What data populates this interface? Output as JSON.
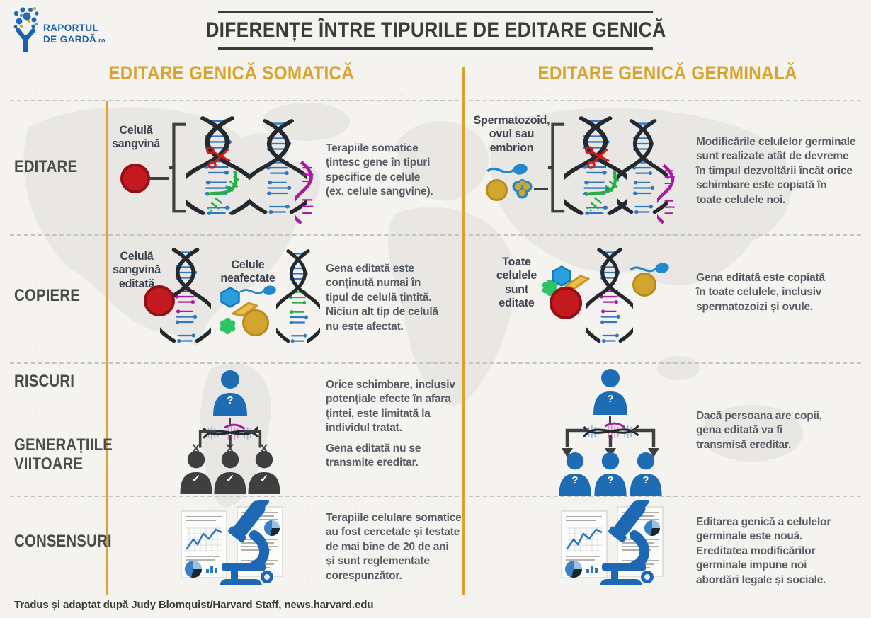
{
  "logo": {
    "name_line1": "RAPORTUL",
    "name_line2": "DE GARDĂ",
    "tld": ".ro"
  },
  "header": {
    "title": "DIFERENȚE ÎNTRE TIPURILE DE EDITARE GENICĂ"
  },
  "columns": {
    "left": "EDITARE GENICĂ SOMATICĂ",
    "right": "EDITARE GENICĂ GERMINALĂ"
  },
  "rows": [
    {
      "label": "EDITARE",
      "left": {
        "item_label": [
          "Celulă",
          "sangvină"
        ],
        "text": [
          "Terapiile somatice",
          "țintesc gene în tipuri",
          "specifice de celule",
          "(ex. celule sangvine)."
        ]
      },
      "right": {
        "item_label": [
          "Spermatozoid,",
          "ovul sau",
          "embrion"
        ],
        "text": [
          "Modificările celulelor germinale",
          "sunt realizate atât de devreme",
          "în timpul dezvoltării încât orice",
          "schimbare este copiată în",
          "toate celulele noi."
        ]
      }
    },
    {
      "label": "COPIERE",
      "left": {
        "item_label": [
          "Celulă",
          "sangvină",
          "editată"
        ],
        "item_label2": [
          "Celule",
          "neafectate"
        ],
        "text": [
          "Gena editată este",
          "conținută numai în",
          "tipul de celulă țintită.",
          "Niciun alt tip de celulă",
          "nu este afectat."
        ]
      },
      "right": {
        "item_label": [
          "Toate",
          "celulele",
          "sunt",
          "editate"
        ],
        "text": [
          "Gena editată este copiată",
          "în toate celulele, inclusiv",
          "spermatozoizi și ovule."
        ]
      }
    },
    {
      "label": "RISCURI",
      "label2": [
        "GENERAȚIILE",
        "VIITOARE"
      ],
      "left": {
        "text": [
          "Orice schimbare, inclusiv",
          "potențiale efecte în afara",
          "țintei, este limitată la",
          "individul tratat."
        ],
        "text2": [
          "Gena editată nu se",
          "transmite ereditar."
        ]
      },
      "right": {
        "text": [
          "Dacă persoana are copii,",
          "gena editată va fi",
          "transmisă ereditar."
        ]
      }
    },
    {
      "label": "CONSENSURI",
      "left": {
        "text": [
          "Terapiile celulare somatice",
          "au fost cercetate și testate",
          "de mai bine de 20 de ani",
          "și sunt reglementate",
          "corespunzător."
        ]
      },
      "right": {
        "text": [
          "Editarea genică a celulelor",
          "germinale este nouă.",
          "Ereditatea modificărilor",
          "germinale impune noi",
          "abordări legale și sociale."
        ]
      }
    }
  ],
  "marks": {
    "question": "?",
    "x": "X",
    "check": "✓"
  },
  "footer": "Tradus și adaptat după Judy Blomquist/Harvard Staff, news.harvard.edu",
  "colors": {
    "accent_gold": "#D9A42C",
    "title_dark": "#3B3B3B",
    "row_label_gray": "#4B4B4B",
    "body_text_gray": "#575C64",
    "cell_label_dark": "#3D434E",
    "blood_cell_red": "#C4191F",
    "person_blue": "#1D6CB4",
    "person_dark": "#3F3F3F",
    "dna_strand": "#24292E",
    "dna_rung_blue": "#3079C0",
    "edit_magenta": "#AD18A3",
    "edit_green": "#27AE44",
    "egg_gold": "#D2A62E",
    "hexagon_cell_blue": "#29A0DD",
    "sperm_blue": "#2389CD",
    "logo_blue": "#1B61AD",
    "background": "#F4F3F0",
    "map_gray": "#E8E7E4"
  }
}
